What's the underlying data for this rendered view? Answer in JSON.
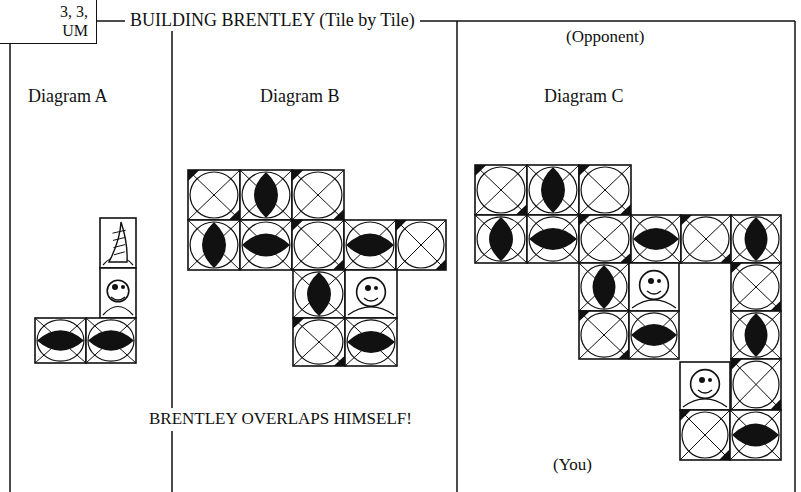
{
  "diagram": {
    "title": "BUILDING BRENTLEY (Tile by Tile)",
    "nodes": [
      {
        "text": [
          "3, 3, UM"
        ]
      }
    ],
    "labels": [
      "(Opponent)",
      "Diagram A",
      "Diagram B",
      "Diagram C",
      "BRENTLEY OVERLAPS HIMSELF!",
      "(You)"
    ]
  }
}
